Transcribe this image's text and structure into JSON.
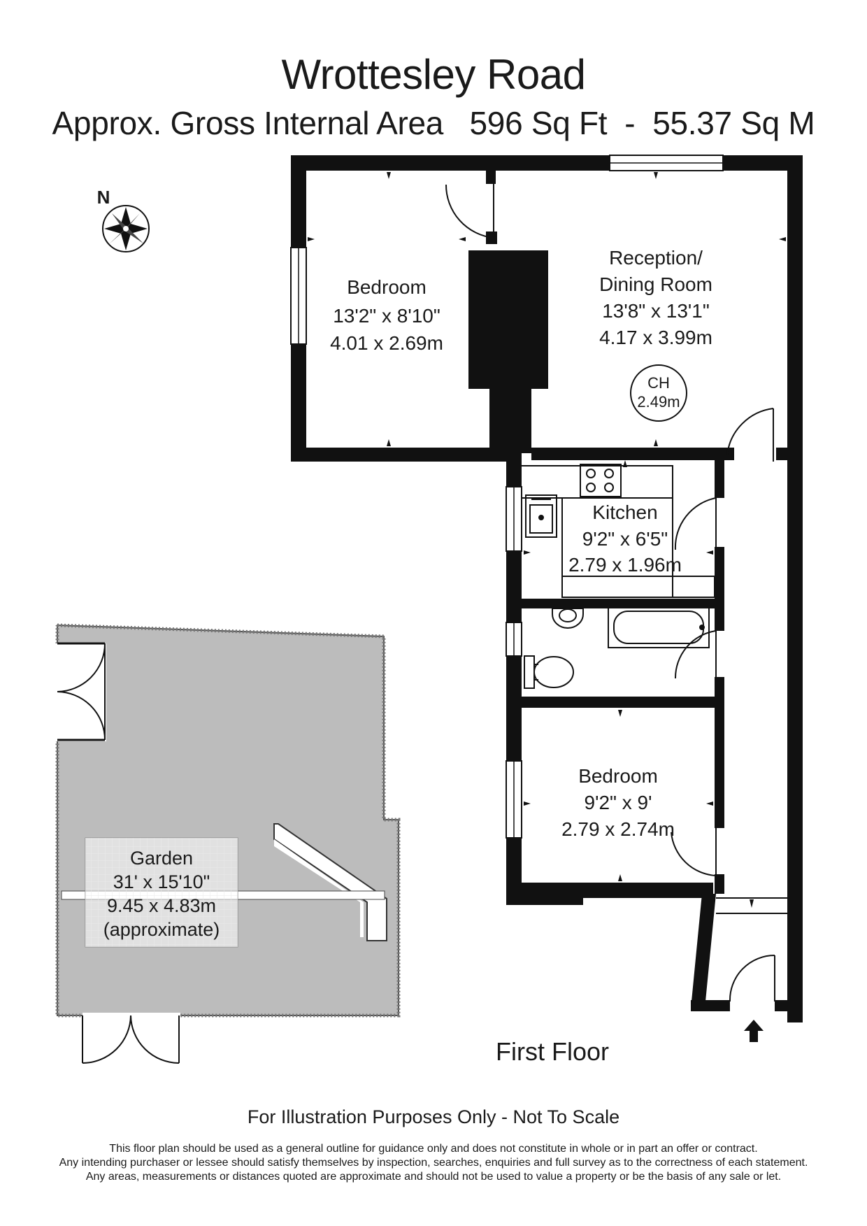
{
  "header": {
    "title": "Wrottesley Road",
    "area": "Approx. Gross Internal Area   596 Sq Ft  -  55.37 Sq M"
  },
  "compass": {
    "label": "N",
    "icon": "compass-rose-icon"
  },
  "rooms": {
    "bedroom1": {
      "name": "Bedroom",
      "imperial": "13'2\" x 8'10\"",
      "metric": "4.01 x 2.69m"
    },
    "reception": {
      "name_line1": "Reception/",
      "name_line2": "Dining Room",
      "imperial": "13'8\" x 13'1\"",
      "metric": "4.17 x 3.99m"
    },
    "kitchen": {
      "name": "Kitchen",
      "imperial": "9'2\" x 6'5\"",
      "metric": "2.79 x 1.96m"
    },
    "bedroom2": {
      "name": "Bedroom",
      "imperial": "9'2\" x 9'",
      "metric": "2.79 x 2.74m"
    },
    "garden": {
      "name": "Garden",
      "imperial": "31' x 15'10\"",
      "metric": "9.45 x 4.83m",
      "note": "(approximate)"
    }
  },
  "ceiling_height": {
    "label": "CH",
    "value": "2.49m"
  },
  "floor_label": "First Floor",
  "footer": {
    "note": "For Illustration Purposes Only - Not To Scale",
    "disclaimer": [
      "This floor plan should be used as a general outline for guidance only and does not constitute in whole or in part an offer or contract.",
      "Any intending purchaser or lessee should satisfy themselves by inspection, searches, enquiries and full survey as to the correctness of each statement.",
      "Any areas, measurements or distances quoted are approximate and should not be used to value a property or be the basis of any sale or let."
    ]
  },
  "colors": {
    "wall": "#111111",
    "garden": "#bcbcbc",
    "text": "#1a1a1a"
  }
}
